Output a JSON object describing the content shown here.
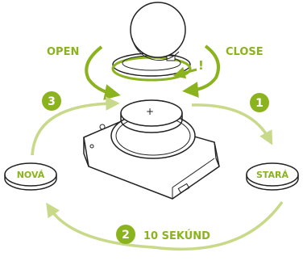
{
  "labels": {
    "open": "OPEN",
    "close": "CLOSE",
    "exclaim": "!",
    "plus": "+",
    "new_battery": "NOVÁ",
    "old_battery": "STARÁ",
    "wait": "10 SEKÚND"
  },
  "steps": [
    "1",
    "2",
    "3"
  ],
  "colors": {
    "accent": "#8bb31d",
    "accent_light": "#c8d98a",
    "line": "#222222"
  }
}
